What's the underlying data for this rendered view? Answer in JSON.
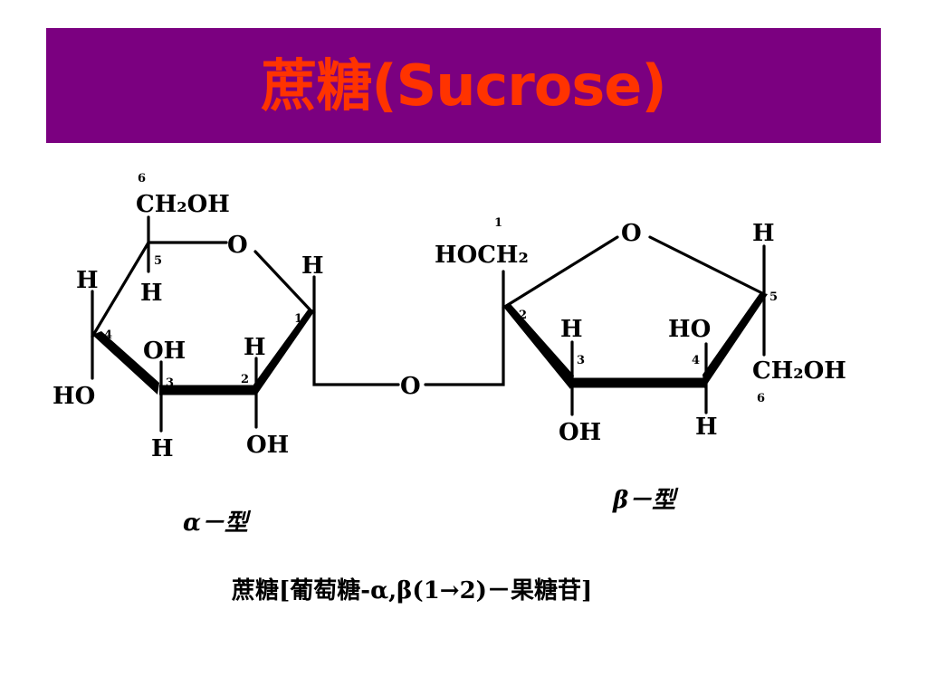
{
  "title": "蔗糖(Sucrose)",
  "colors": {
    "title_bar": "#7b0080",
    "title_text": "#ff3300"
  },
  "glucose": {
    "c6_num": "6",
    "ch2oh": "CH₂OH",
    "ring_o": "O",
    "c5_num": "5",
    "c5_h": "H",
    "c4_h": "H",
    "c4_num": "4",
    "c4_ho": "HO",
    "c3_oh": "OH",
    "c3_num": "3",
    "c3_h": "H",
    "c2_h": "H",
    "c2_num": "2",
    "c2_oh": "OH",
    "c1_h": "H",
    "c1_num": "1"
  },
  "glycosidic_o": "O",
  "fructose": {
    "c1_num": "1",
    "hoch2": "HOCH₂",
    "c2_num": "2",
    "ring_o": "O",
    "c3_h": "H",
    "c3_num": "3",
    "c3_oh": "OH",
    "c4_ho": "HO",
    "c4_num": "4",
    "c4_h": "H",
    "c5_h": "H",
    "c5_num": "5",
    "ch2oh": "CH₂OH",
    "c6_num": "6"
  },
  "alpha_label": "α－型",
  "beta_label": "β－型",
  "caption": "蔗糖[葡萄糖-α,β(1→2)－果糖苷]"
}
